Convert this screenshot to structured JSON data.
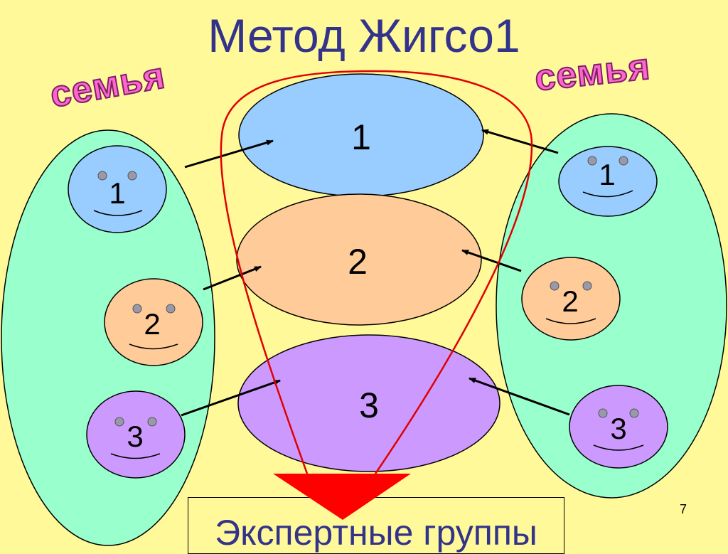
{
  "title": "Метод Жигсо1",
  "family_label_left": "семья",
  "family_label_right": "семья",
  "expert_groups": [
    {
      "label": "1",
      "color": "#99CCFF"
    },
    {
      "label": "2",
      "color": "#FFCC99"
    },
    {
      "label": "3",
      "color": "#CC99FF"
    }
  ],
  "left_family_members": [
    "1",
    "2",
    "3"
  ],
  "right_family_members": [
    "1",
    "2",
    "3"
  ],
  "footer_label": "Экспертные группы",
  "page_number": "7",
  "colors": {
    "background": "#FFF99A",
    "family_fill": "#99FFCC",
    "title": "#33338C",
    "funnel": "#FF0000",
    "family_label": "#FF66CC"
  }
}
